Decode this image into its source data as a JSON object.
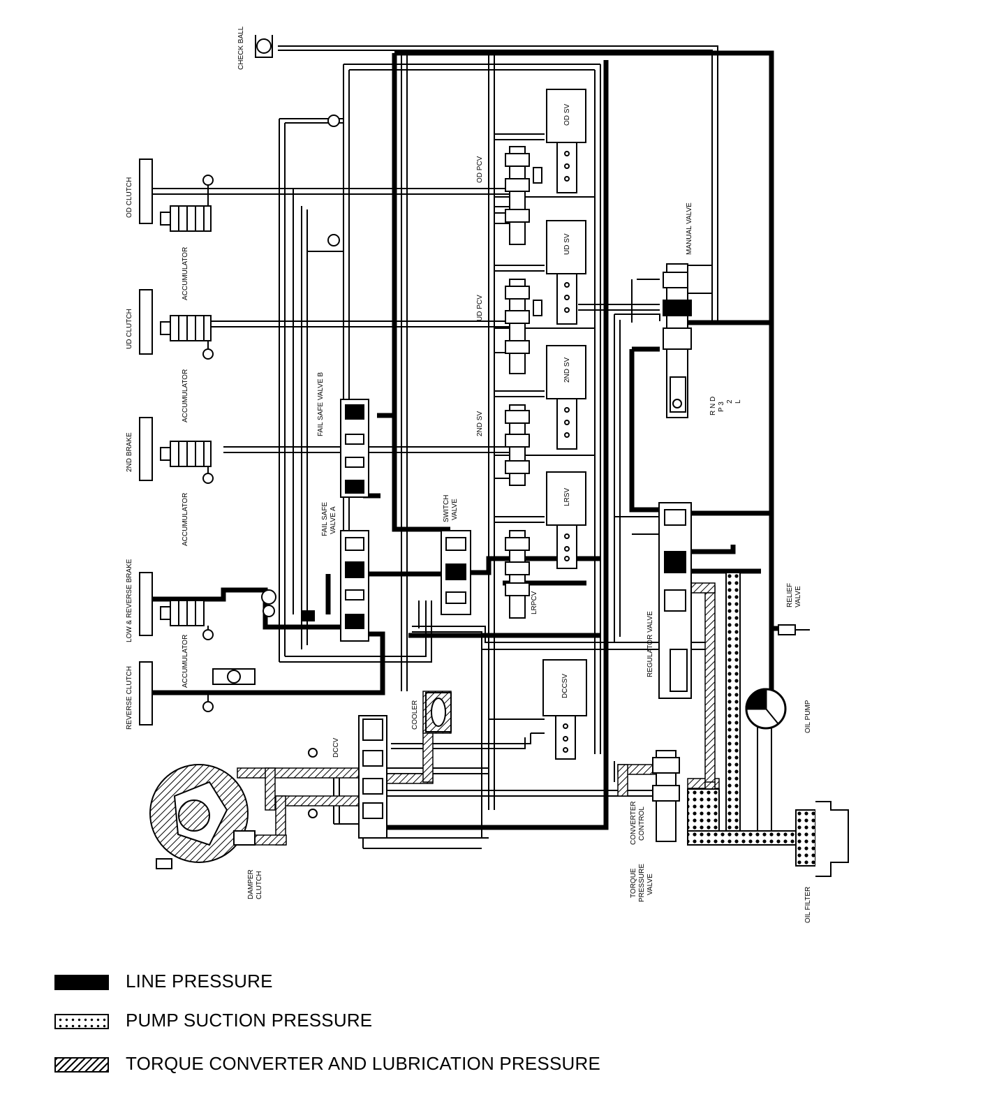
{
  "diagram": {
    "labels": {
      "check_ball": "CHECK BALL",
      "od_clutch": "OD CLUTCH",
      "ud_clutch": "UD CLUTCH",
      "second_brake": "2ND BRAKE",
      "low_reverse_brake": "LOW & REVERSE BRAKE",
      "reverse_clutch": "REVERSE CLUTCH",
      "accumulator": "ACCUMULATOR",
      "fail_safe_valve_b": "FAIL SAFE VALVE B",
      "fail_safe_valve_a_line1": "FAIL SAFE",
      "fail_safe_valve_a_line2": "VALVE A",
      "switch_valve_line1": "SWITCH",
      "switch_valve_line2": "VALVE",
      "od_pcv": "OD PCV",
      "ud_pcv": "UD PCV",
      "second_sv_left": "2ND SV",
      "lrpcv": "LRPCV",
      "od_sv": "OD SV",
      "ud_sv": "UD SV",
      "second_sv_box": "2ND SV",
      "lrsv": "LRSV",
      "dccsv": "DCCSV",
      "dccv": "DCCV",
      "cooler": "COOLER",
      "manual_valve": "MANUAL VALVE",
      "range_1": "R N D",
      "range_2": "P 3",
      "range_3": "2",
      "range_4": "L",
      "regulator_valve": "REGULATOR VALVE",
      "relief_valve_line1": "RELIEF",
      "relief_valve_line2": "VALVE",
      "oil_pump": "OIL PUMP",
      "oil_filter": "OIL FILTER",
      "converter_control_line1": "CONVERTER",
      "converter_control_line2": "CONTROL",
      "torque_pressure_line1": "TORQUE",
      "torque_pressure_line2": "PRESSURE",
      "torque_pressure_line3": "VALVE",
      "damper_clutch_line1": "DAMPER",
      "damper_clutch_line2": "CLUTCH"
    }
  },
  "legend": {
    "line_pressure": "LINE PRESSURE",
    "pump_suction_pressure": "PUMP SUCTION PRESSURE",
    "torque_converter_lubrication": "TORQUE CONVERTER AND LUBRICATION PRESSURE"
  }
}
